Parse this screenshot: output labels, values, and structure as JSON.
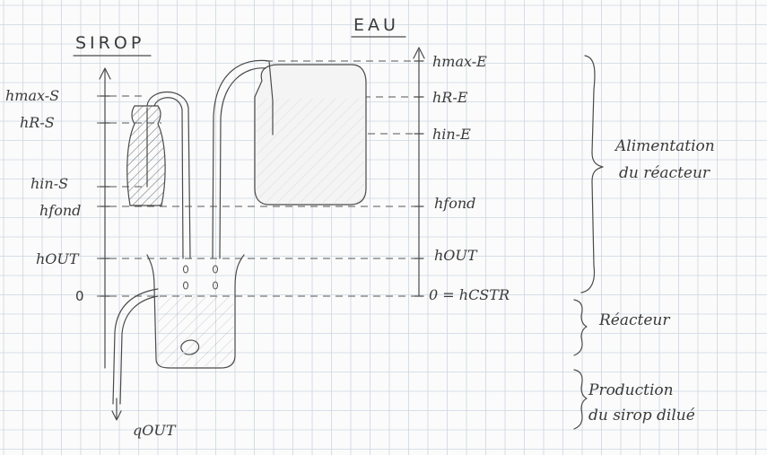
{
  "headings": {
    "sirop": "SIROP",
    "eau": "EAU"
  },
  "left_levels": {
    "hmax_s": "hmax-S",
    "hr_s": "hR-S",
    "hin_s": "hin-S",
    "hfond": "hfond",
    "hout": "hOUT",
    "zero": "0"
  },
  "right_levels": {
    "hmax_e": "hmax-E",
    "hr_e": "hR-E",
    "hin_e": "hin-E",
    "hfond": "hfond",
    "hout": "hOUT",
    "zero_hcstr": "0 = hCSTR"
  },
  "sections": {
    "alimentation_line1": "Alimentation",
    "alimentation_line2": "du réacteur",
    "reacteur": "Réacteur",
    "production_line1": "Production",
    "production_line2": "du sirop dilué"
  },
  "flow": {
    "qout": "qOUT"
  },
  "colors": {
    "paper": "#fbfbfb",
    "grid": "#cdd6e3",
    "pencil": "#4a4a4a"
  }
}
